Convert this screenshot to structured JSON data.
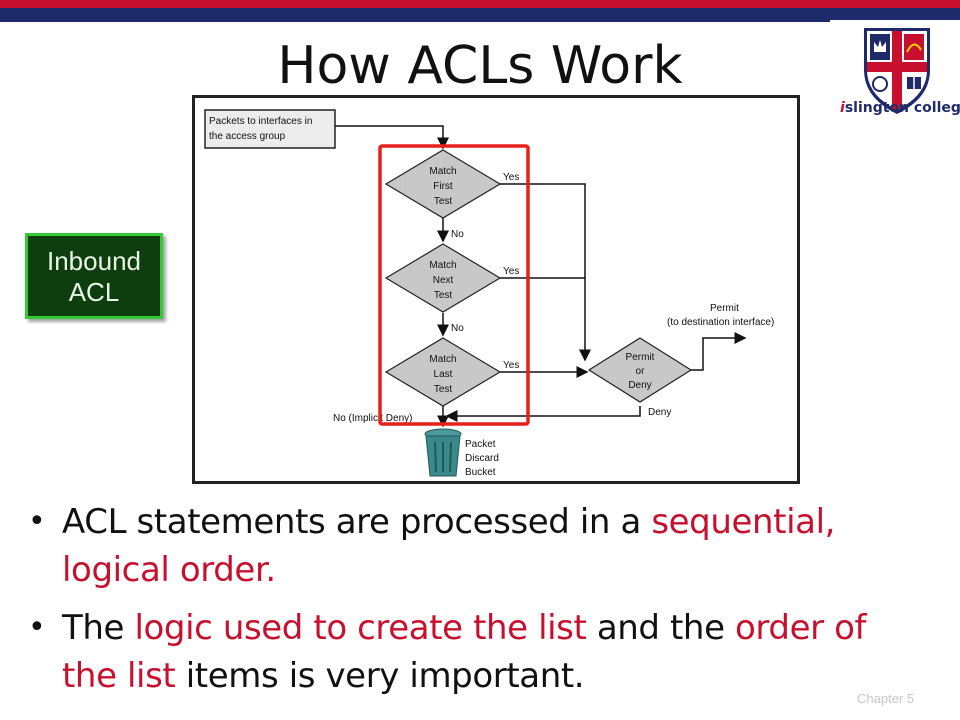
{
  "slide": {
    "title": "How ACLs Work",
    "footer": "Chapter 5"
  },
  "logo": {
    "text_highlight": "i",
    "text_rest": "slington college"
  },
  "callout": {
    "line1": "Inbound",
    "line2": "ACL"
  },
  "diagram": {
    "start_line1": "Packets to interfaces in",
    "start_line2": "the access group",
    "first_test": [
      "Match",
      "First",
      "Test"
    ],
    "next_test": [
      "Match",
      "Next",
      "Test"
    ],
    "last_test": [
      "Match",
      "Last",
      "Test"
    ],
    "decision": [
      "Permit",
      "or",
      "Deny"
    ],
    "yes_label": "Yes",
    "no_label": "No",
    "implicit_deny": "No (Implicit Deny)",
    "permit_label": "Permit",
    "permit_sub": "(to destination interface)",
    "deny_label": "Deny",
    "bucket": [
      "Packet",
      "Discard",
      "Bucket"
    ],
    "colors": {
      "highlight": "#e8201c",
      "diamond": "#c8c8c8",
      "bucket": "#3a8a8a"
    }
  },
  "bullets": [
    {
      "segments": [
        {
          "text": "ACL statements are processed in a ",
          "color": "#111111"
        },
        {
          "text": "sequential, logical order.",
          "color": "#c8102e"
        }
      ]
    },
    {
      "segments": [
        {
          "text": "The ",
          "color": "#111111"
        },
        {
          "text": "logic used to create the list",
          "color": "#c8102e"
        },
        {
          "text": " and the ",
          "color": "#111111"
        },
        {
          "text": "order of the list",
          "color": "#c8102e"
        },
        {
          "text": " items is very important.",
          "color": "#111111"
        }
      ]
    }
  ]
}
